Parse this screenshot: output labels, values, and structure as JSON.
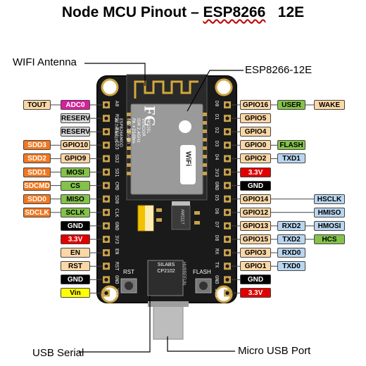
{
  "title": {
    "prefix": "Node MCU Pinout – ",
    "chip": "ESP8266",
    "suffix": "   12E"
  },
  "callouts": {
    "antenna": "WIFI Antenna",
    "module": "ESP8266-12E",
    "usb_serial": "USB Serial",
    "micro_usb": "Micro USB Port"
  },
  "board": {
    "fcc_mark": "FC",
    "module_lines": [
      "MODEL",
      "VENDOR",
      "ISM 2.4GHz",
      "PA +25dBm",
      "802.11b/g/n"
    ],
    "module_lines_right": [
      "ESP8266MOD",
      "AI-THINKER"
    ],
    "wifi_badge": "WiFi",
    "usb_chip_line1": "SILABS",
    "usb_chip_line2": "CP2102",
    "usb_chip_line3": "HVRRFFUN",
    "regulator": "AM1117",
    "rst_label": "RST",
    "flash_label": "FLASH",
    "left_pin_labels": [
      "A0",
      "RSV",
      "RSV",
      "SD3",
      "SD2",
      "SD1",
      "CMD",
      "SD0",
      "CLK",
      "GND",
      "3V3",
      "EN",
      "RST",
      "GND",
      "Vin"
    ],
    "right_pin_labels": [
      "D0",
      "D1",
      "D2",
      "D3",
      "D4",
      "3V3",
      "GND",
      "D5",
      "D6",
      "D7",
      "D8",
      "RX",
      "TX",
      "GND",
      "3V3"
    ]
  },
  "colors": {
    "peach": "#fbd7a5",
    "magenta": "#d6209c",
    "gray": "#d9d9d9",
    "orange": "#f07820",
    "green": "#84c24a",
    "black": "#000000",
    "red": "#e00000",
    "yellow": "#ffff00",
    "blue": "#b9d6f0",
    "board": "#1a1a1a"
  },
  "left_pins": [
    [
      {
        "text": "TOUT",
        "color": "peach"
      },
      {
        "text": "ADC0",
        "color": "magenta"
      }
    ],
    [
      {
        "text": "RESERVED",
        "color": "gray"
      }
    ],
    [
      {
        "text": "RESERVED",
        "color": "gray"
      }
    ],
    [
      {
        "text": "SDD3",
        "color": "orange"
      },
      {
        "text": "GPIO10",
        "color": "peach"
      }
    ],
    [
      {
        "text": "SDD2",
        "color": "orange"
      },
      {
        "text": "GPIO9",
        "color": "peach"
      }
    ],
    [
      {
        "text": "SDD1",
        "color": "orange"
      },
      {
        "text": "MOSI",
        "color": "green"
      }
    ],
    [
      {
        "text": "SDCMD",
        "color": "orange"
      },
      {
        "text": "CS",
        "color": "green"
      }
    ],
    [
      {
        "text": "SDD0",
        "color": "orange"
      },
      {
        "text": "MISO",
        "color": "green"
      }
    ],
    [
      {
        "text": "SDCLK",
        "color": "orange"
      },
      {
        "text": "SCLK",
        "color": "green"
      }
    ],
    [
      {
        "text": "GND",
        "color": "black"
      }
    ],
    [
      {
        "text": "3.3V",
        "color": "red"
      }
    ],
    [
      {
        "text": "EN",
        "color": "peach"
      }
    ],
    [
      {
        "text": "RST",
        "color": "peach"
      }
    ],
    [
      {
        "text": "GND",
        "color": "black"
      }
    ],
    [
      {
        "text": "Vin",
        "color": "yellow"
      }
    ]
  ],
  "right_pins": [
    [
      {
        "text": "GPIO16",
        "color": "peach"
      },
      {
        "text": "USER",
        "color": "green"
      },
      {
        "text": "WAKE",
        "color": "peach"
      }
    ],
    [
      {
        "text": "GPIO5",
        "color": "peach"
      }
    ],
    [
      {
        "text": "GPIO4",
        "color": "peach"
      }
    ],
    [
      {
        "text": "GPIO0",
        "color": "peach"
      },
      {
        "text": "FLASH",
        "color": "green"
      }
    ],
    [
      {
        "text": "GPIO2",
        "color": "peach"
      },
      {
        "text": "TXD1",
        "color": "blue"
      }
    ],
    [
      {
        "text": "3.3V",
        "color": "red"
      }
    ],
    [
      {
        "text": "GND",
        "color": "black"
      }
    ],
    [
      {
        "text": "GPIO14",
        "color": "peach"
      },
      {
        "text": "",
        "color": ""
      },
      {
        "text": "HSCLK",
        "color": "blue"
      }
    ],
    [
      {
        "text": "GPIO12",
        "color": "peach"
      },
      {
        "text": "",
        "color": ""
      },
      {
        "text": "HMISO",
        "color": "blue"
      }
    ],
    [
      {
        "text": "GPIO13",
        "color": "peach"
      },
      {
        "text": "RXD2",
        "color": "blue"
      },
      {
        "text": "HMOSI",
        "color": "blue"
      }
    ],
    [
      {
        "text": "GPIO15",
        "color": "peach"
      },
      {
        "text": "TXD2",
        "color": "blue"
      },
      {
        "text": "HCS",
        "color": "green"
      }
    ],
    [
      {
        "text": "GPIO3",
        "color": "peach"
      },
      {
        "text": "RXD0",
        "color": "blue"
      }
    ],
    [
      {
        "text": "GPIO1",
        "color": "peach"
      },
      {
        "text": "TXD0",
        "color": "blue"
      }
    ],
    [
      {
        "text": "GND",
        "color": "black"
      }
    ],
    [
      {
        "text": "3.3V",
        "color": "red"
      }
    ]
  ]
}
